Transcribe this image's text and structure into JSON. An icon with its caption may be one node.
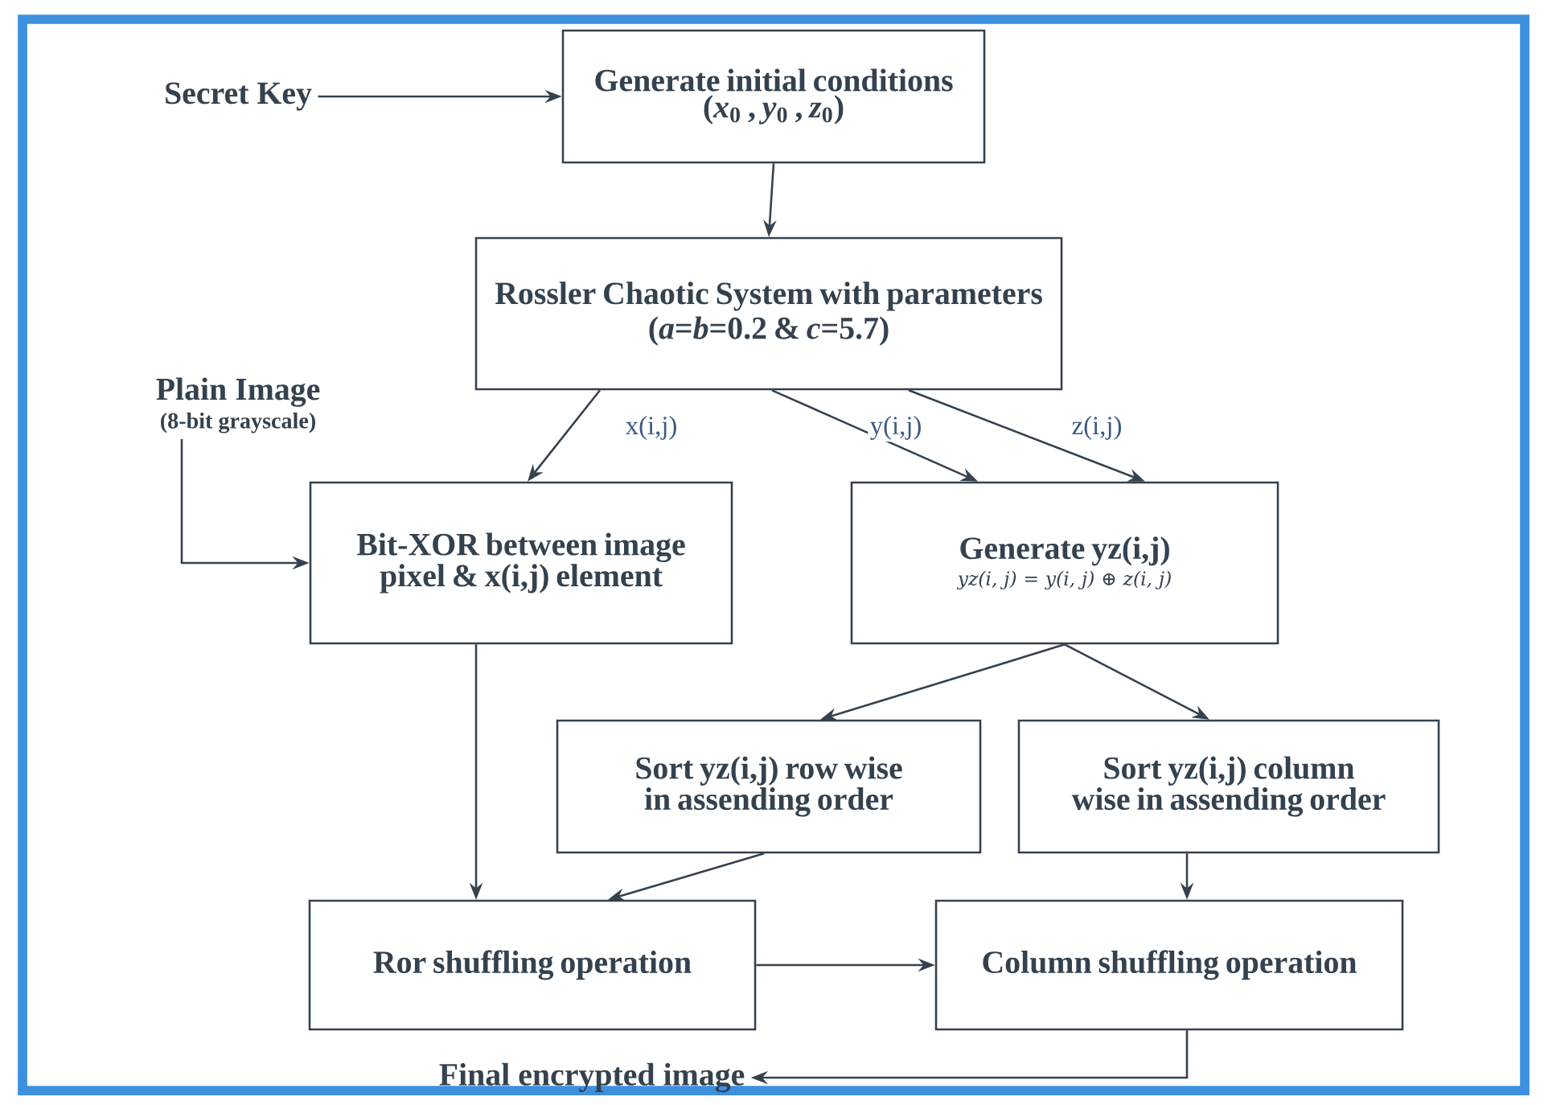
{
  "diagram": {
    "nodes": [
      {
        "text": [
          "Secret Key"
        ]
      },
      {
        "text": [
          "Generate initial conditions",
          "(*x*$_{0}$ , *y*$_{0}$ , *z*$_{0}$)"
        ]
      },
      {
        "text": [
          "Rossler Chaotic System with parameters",
          "(*a*=*b*=0.2 & *c*=5.7)"
        ]
      },
      {
        "text": [
          "Plain Image",
          "(8-bit grayscale)"
        ]
      },
      {
        "text": [
          "Bit-XOR between image pixel & x(i,j) element"
        ]
      },
      {
        "text": [
          "Generate yz(i,j)",
          "yz(i, j) = y(i, j) ⊕ z(i, j)"
        ]
      },
      {
        "text": [
          "Sort yz(i,j) row wise in assending order"
        ]
      },
      {
        "text": [
          "Sort yz(i,j) column wise in assending order"
        ]
      },
      {
        "text": [
          "Ror shuffling operation"
        ]
      },
      {
        "text": [
          "Column shuffling operation"
        ]
      },
      {
        "text": [
          "Final encrypted image"
        ]
      }
    ],
    "edges": [
      {
        "from": 0,
        "to": 1,
        "arrow": "to"
      },
      {
        "from": 1,
        "to": 2,
        "arrow": "to"
      },
      {
        "from": 2,
        "to": 4,
        "arrow": "to",
        "label": "x(i,j)"
      },
      {
        "from": 2,
        "to": 5,
        "arrow": "to",
        "label": "y(i,j)"
      },
      {
        "from": 2,
        "to": 5,
        "arrow": "to",
        "label": "z(i,j)"
      },
      {
        "from": 3,
        "to": 4,
        "arrow": "to"
      },
      {
        "from": 5,
        "to": 6,
        "arrow": "to"
      },
      {
        "from": 5,
        "to": 7,
        "arrow": "to"
      },
      {
        "from": 4,
        "to": 8,
        "arrow": "to"
      },
      {
        "from": 6,
        "to": 8,
        "arrow": "to"
      },
      {
        "from": 7,
        "to": 9,
        "arrow": "to"
      },
      {
        "from": 8,
        "to": 9,
        "arrow": "to"
      },
      {
        "from": 9,
        "to": 10,
        "arrow": "to"
      }
    ]
  }
}
